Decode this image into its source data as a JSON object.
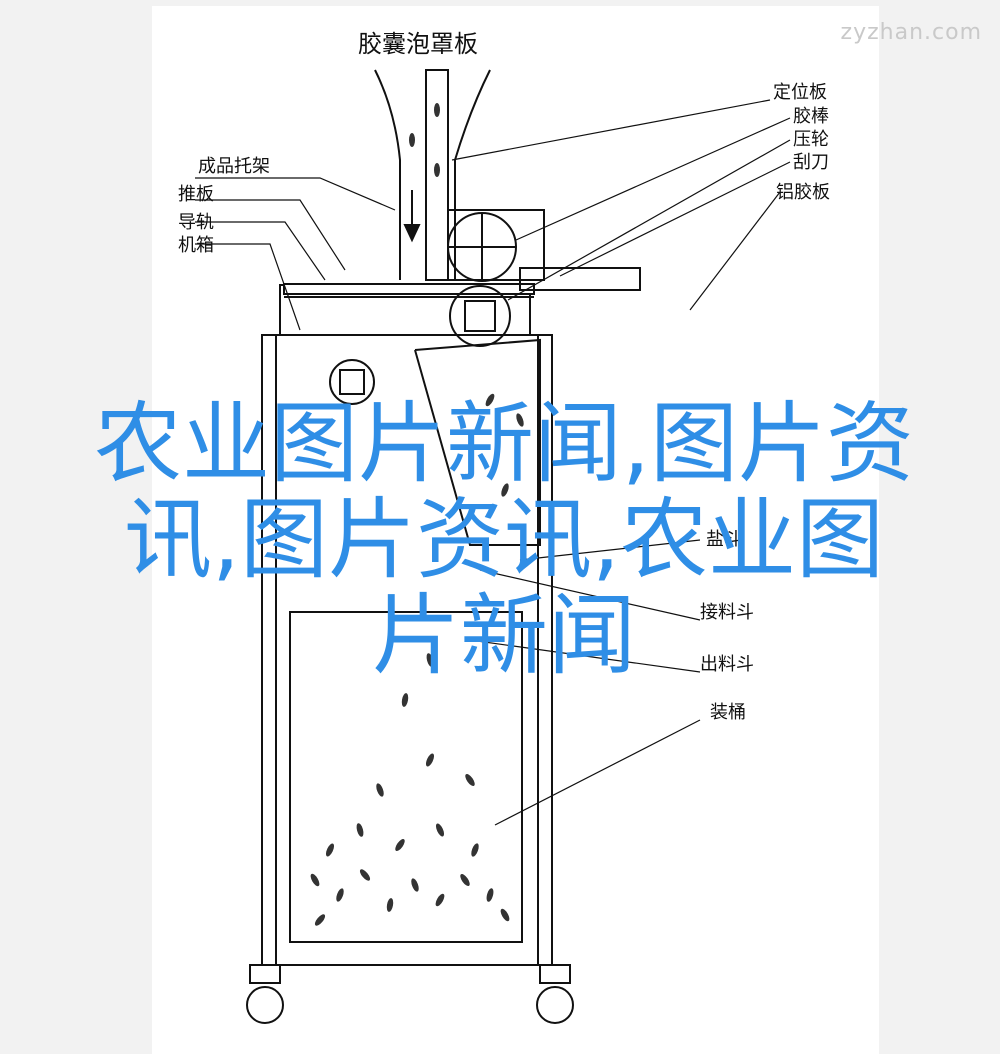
{
  "watermark": "zyzhan.com",
  "diagram": {
    "title": "胶囊泡罩板",
    "labels": {
      "positioning_plate": "定位板",
      "rubber_rod": "胶棒",
      "press_wheel": "压轮",
      "scraper": "刮刀",
      "aluminum_plate": "铝胶板",
      "product_rack": "成品托架",
      "push_plate": "推板",
      "guide_rail": "导轨",
      "cabinet": "机箱",
      "hopper_partial": "盐斗",
      "feed_hopper": "接料斗",
      "discharge_hopper": "出料斗",
      "barrel": "装桶"
    }
  },
  "overlay": {
    "line1": "农业图片新闻,图片资",
    "line2": "讯,图片资讯,农业图",
    "line3": "片新闻"
  },
  "colors": {
    "overlay_text": "#2f8ee6",
    "line_art": "#111111",
    "background": "#ffffff"
  }
}
